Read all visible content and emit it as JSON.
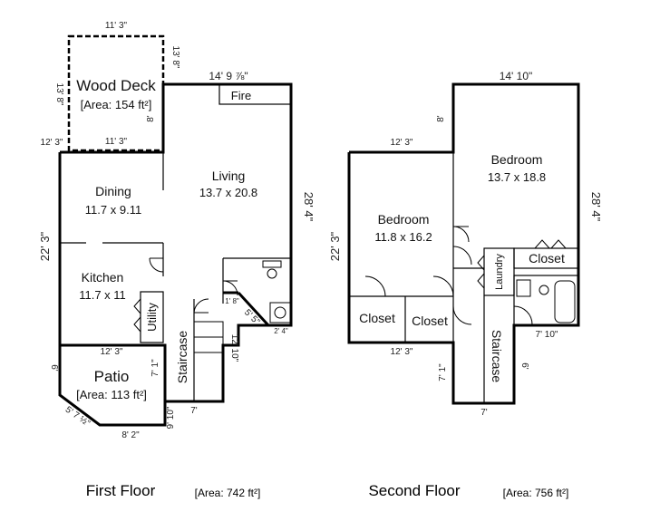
{
  "first_floor": {
    "title": "First Floor",
    "area": "[Area: 742 ft²]",
    "rooms": {
      "wood_deck": {
        "name": "Wood Deck",
        "area": "[Area: 154 ft²]"
      },
      "fire": "Fire",
      "living": {
        "name": "Living",
        "size": "13.7 x 20.8"
      },
      "dining": {
        "name": "Dining",
        "size": "11.7 x 9.11"
      },
      "kitchen": {
        "name": "Kitchen",
        "size": "11.7 x 11"
      },
      "utility": "Utility",
      "patio": {
        "name": "Patio",
        "area": "[Area: 113 ft²]"
      },
      "staircase": "Staircase"
    },
    "dimensions": {
      "deck_top": "11' 3\"",
      "deck_right": "13' 8\"",
      "deck_left": "13' 8\"",
      "deck_bottom": "11' 3\"",
      "deck_side": "8'",
      "left_upper": "12' 3\"",
      "living_top": "14' 9 ⅞\"",
      "right_side": "28' 4\"",
      "left_side": "22' 3\"",
      "patio_top": "12' 3\"",
      "patio_left": "6'",
      "patio_right": "7' 1\"",
      "patio_diag": "5' 7 ½\"",
      "patio_bottom": "8' 2\"",
      "stair_bottom_left": "9' 10\"",
      "stair_bottom": "7'",
      "hall_vertical": "12' 10\"",
      "bath_diag": "5' 5\"",
      "bath_bottom": "2' 4\"",
      "small_step": "1' 8\""
    }
  },
  "second_floor": {
    "title": "Second Floor",
    "area": "[Area: 756 ft²]",
    "rooms": {
      "bedroom_large": {
        "name": "Bedroom",
        "size": "13.7 x 18.8"
      },
      "bedroom_small": {
        "name": "Bedroom",
        "size": "11.8 x 16.2"
      },
      "closet_right": "Closet",
      "closet_a": "Closet",
      "closet_b": "Closet",
      "laundry": "Laundry",
      "staircase": "Staircase"
    },
    "dimensions": {
      "top": "14' 10\"",
      "left_top": "12' 3\"",
      "step": "8'",
      "right_side": "28' 4\"",
      "left_side": "22' 3\"",
      "bottom_left": "12' 3\"",
      "stair_left": "7' 1\"",
      "stair_right": "6'",
      "stair_bottom": "7'",
      "bath_bottom": "7' 10\""
    }
  },
  "colors": {
    "wall": "#000000",
    "thin": "#444444",
    "background": "#ffffff"
  }
}
